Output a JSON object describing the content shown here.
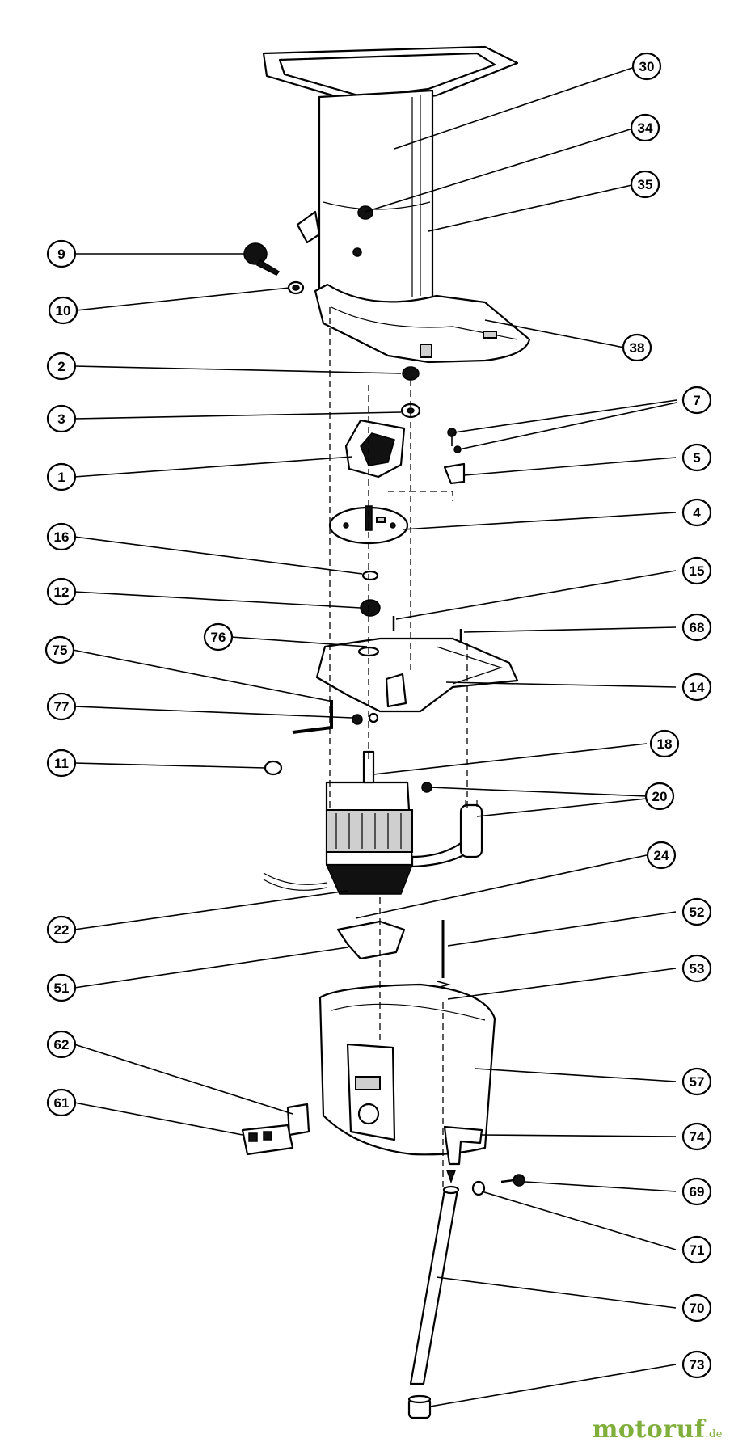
{
  "callouts": [
    {
      "id": "c30",
      "label": "30"
    },
    {
      "id": "c34",
      "label": "34"
    },
    {
      "id": "c35",
      "label": "35"
    },
    {
      "id": "c9",
      "label": "9"
    },
    {
      "id": "c10",
      "label": "10"
    },
    {
      "id": "c38",
      "label": "38"
    },
    {
      "id": "c2",
      "label": "2"
    },
    {
      "id": "c3",
      "label": "3"
    },
    {
      "id": "c7",
      "label": "7"
    },
    {
      "id": "c1",
      "label": "1"
    },
    {
      "id": "c5",
      "label": "5"
    },
    {
      "id": "c4",
      "label": "4"
    },
    {
      "id": "c16",
      "label": "16"
    },
    {
      "id": "c15",
      "label": "15"
    },
    {
      "id": "c12",
      "label": "12"
    },
    {
      "id": "c76",
      "label": "76"
    },
    {
      "id": "c68",
      "label": "68"
    },
    {
      "id": "c75",
      "label": "75"
    },
    {
      "id": "c14",
      "label": "14"
    },
    {
      "id": "c77",
      "label": "77"
    },
    {
      "id": "c11",
      "label": "11"
    },
    {
      "id": "c18",
      "label": "18"
    },
    {
      "id": "c20",
      "label": "20"
    },
    {
      "id": "c24",
      "label": "24"
    },
    {
      "id": "c22",
      "label": "22"
    },
    {
      "id": "c52",
      "label": "52"
    },
    {
      "id": "c51",
      "label": "51"
    },
    {
      "id": "c53",
      "label": "53"
    },
    {
      "id": "c62",
      "label": "62"
    },
    {
      "id": "c57",
      "label": "57"
    },
    {
      "id": "c61",
      "label": "61"
    },
    {
      "id": "c74",
      "label": "74"
    },
    {
      "id": "c69",
      "label": "69"
    },
    {
      "id": "c71",
      "label": "71"
    },
    {
      "id": "c70",
      "label": "70"
    },
    {
      "id": "c73",
      "label": "73"
    }
  ],
  "watermark": {
    "brand": "motoruf",
    "suffix": ".de",
    "color": "#7fae3a"
  }
}
